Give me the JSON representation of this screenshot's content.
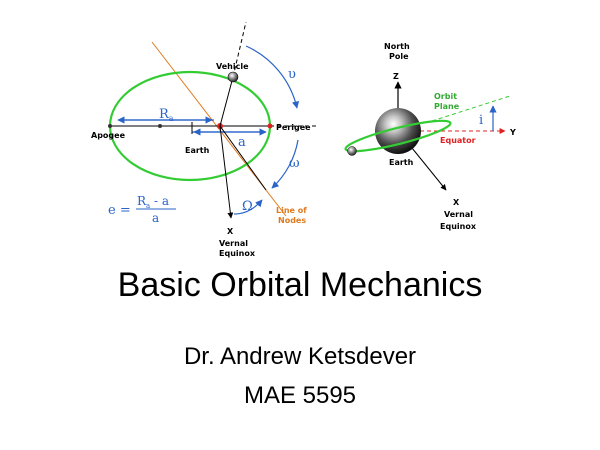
{
  "left_diagram": {
    "vehicle": "Vehicle",
    "apogee": "Apogee",
    "perigee": "Perigee",
    "earth": "Earth",
    "ra": "R",
    "ra_sub": "a",
    "a": "a",
    "nu": "υ",
    "omega": "ω",
    "Omega": "Ω",
    "x": "X",
    "vernal_line1": "Vernal",
    "vernal_line2": "Equinox",
    "nodes_line1": "Line of",
    "nodes_line2": "Nodes",
    "formula_lhs": "e =",
    "formula_num_r": "R",
    "formula_num_sub": "a",
    "formula_num_rest": " - a",
    "formula_den": "a"
  },
  "right_diagram": {
    "north_line1": "North",
    "north_line2": "Pole",
    "z": "Z",
    "orbit_line1": "Orbit",
    "orbit_line2": "Plane",
    "i": "i",
    "y": "Y",
    "equator": "Equator",
    "earth": "Earth",
    "x": "X",
    "vernal_line1": "Vernal",
    "vernal_line2": "Equinox"
  },
  "title": "Basic Orbital Mechanics",
  "author": "Dr. Andrew Ketsdever",
  "course": "MAE 5595",
  "colors": {
    "orbit": "#33cc33",
    "nodes": "#e07a1f",
    "angle": "#2a63c9",
    "equator": "#e02020",
    "marker": "#e02020"
  }
}
